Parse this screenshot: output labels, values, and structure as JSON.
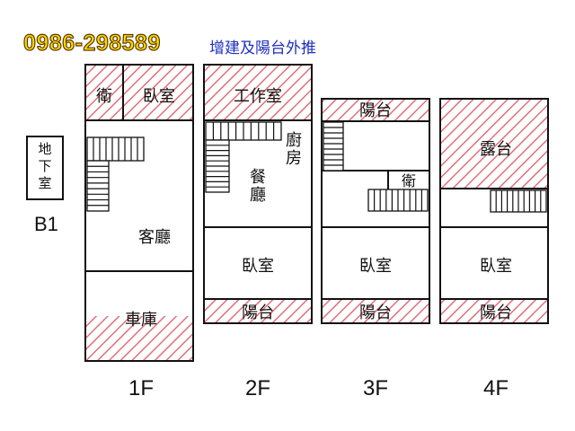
{
  "header": {
    "phone": "0986-298589",
    "note": "增建及陽台外推",
    "phone_color": "#ffd800",
    "phone_outline": "#5a3a00",
    "note_color": "#1f2fbf"
  },
  "colors": {
    "hatch": "#e0707a",
    "wall": "#111111"
  },
  "basement": {
    "name": "地下室",
    "label": "B1"
  },
  "floors": [
    {
      "label": "1F",
      "rooms": {
        "bath": "衛",
        "bedroom": "臥室",
        "living": "客廳",
        "garage": "車庫"
      }
    },
    {
      "label": "2F",
      "rooms": {
        "study": "工作室",
        "kitchen": "廚房",
        "dining": "餐廳",
        "bedroom": "臥室",
        "balcony": "陽台"
      }
    },
    {
      "label": "3F",
      "rooms": {
        "balcony_top": "陽台",
        "bath": "衛",
        "bedroom": "臥室",
        "balcony": "陽台"
      }
    },
    {
      "label": "4F",
      "rooms": {
        "terrace": "露台",
        "bedroom": "臥室",
        "balcony": "陽台"
      }
    }
  ]
}
